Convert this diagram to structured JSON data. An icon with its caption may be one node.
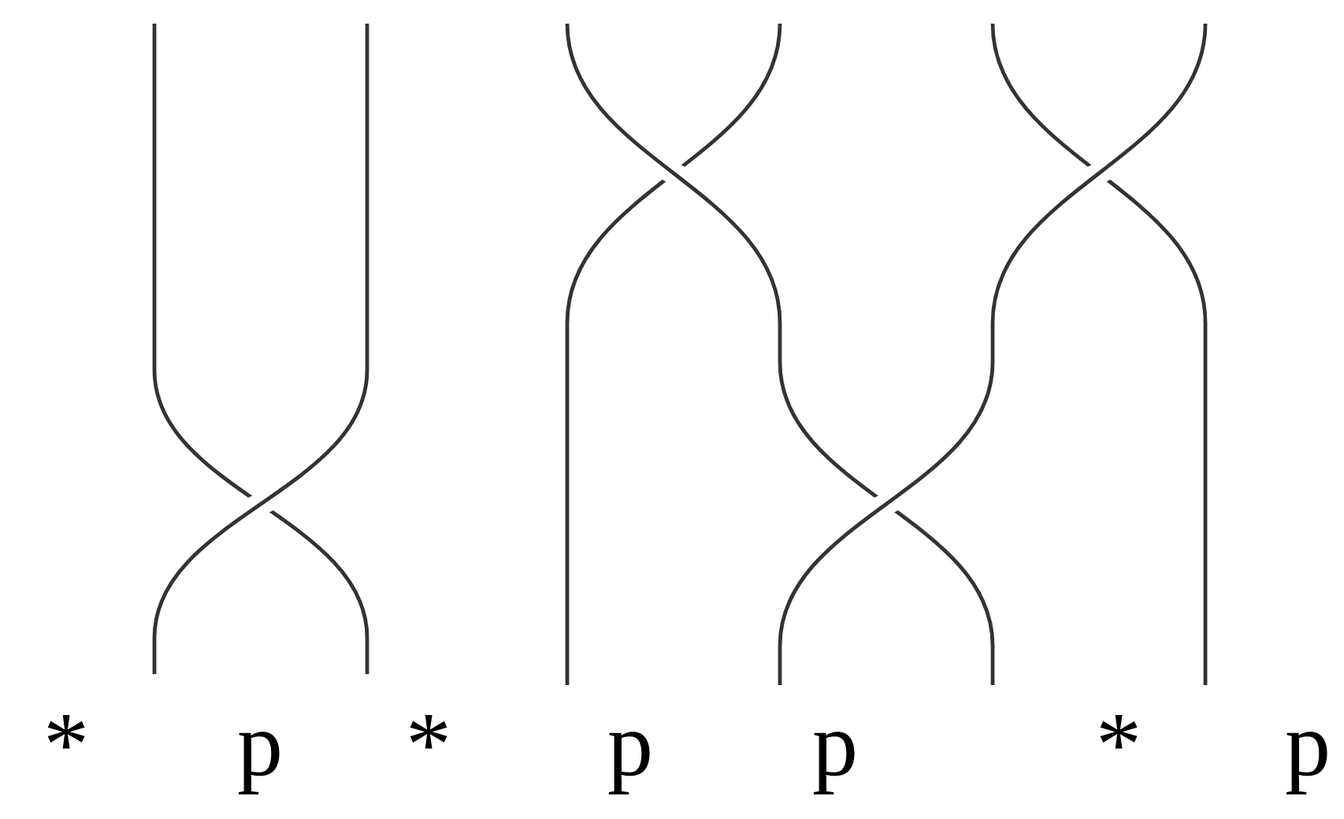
{
  "diagram": {
    "labels": [
      "*",
      "p",
      "*",
      "p",
      "p",
      "*",
      "p"
    ]
  }
}
